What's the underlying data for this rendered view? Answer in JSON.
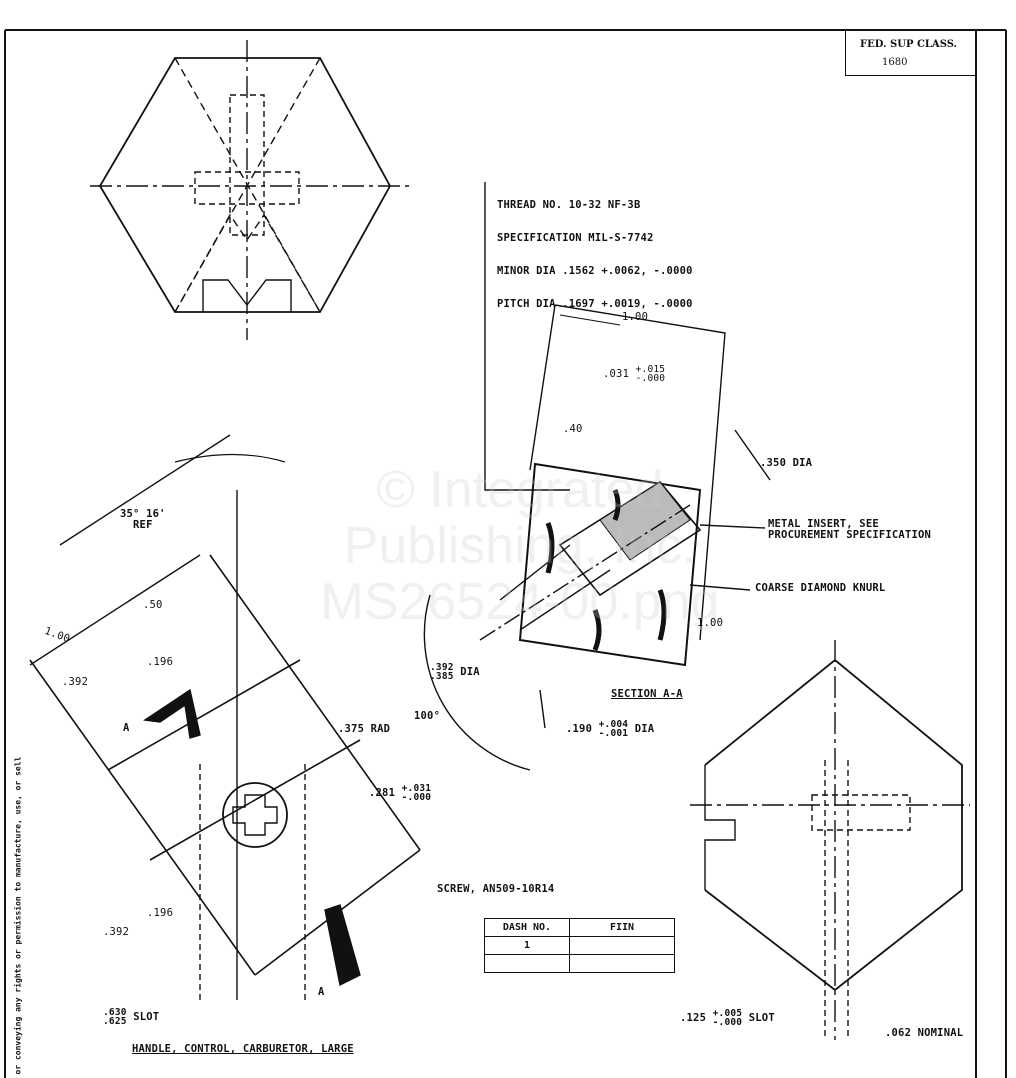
{
  "title_block": {
    "label": "FED. SUP CLASS.",
    "value": "1680"
  },
  "side_note": "or conveying any rights or permission to manufacture, use, or sell",
  "watermark": [
    "© Integrated",
    "Publishing, Inc.",
    "MS26524-00.png"
  ],
  "section_view": {
    "thread_note": [
      "THREAD NO. 10-32 NF-3B",
      "SPECIFICATION MIL-S-7742",
      "MINOR DIA .1562 +.0062, -.0000",
      "PITCH DIA .1697 +.0019, -.0000"
    ],
    "dim_width": "1.00",
    "dim_031": {
      "value": ".031",
      "plus": "+.015",
      "minus": "-.000"
    },
    "dim_40": ".40",
    "dim_350": ".350 DIA",
    "metal_insert": [
      "METAL INSERT, SEE",
      "PROCUREMENT SPECIFICATION"
    ],
    "knurl": "COARSE DIAMOND KNURL",
    "dim_height": "1.00",
    "dim_392_385": {
      "upper": ".392",
      "lower": ".385",
      "suffix": "DIA"
    },
    "angle_100": "100°",
    "dim_190": {
      "value": ".190",
      "plus": "+.004",
      "minus": "-.001",
      "suffix": "DIA"
    },
    "section_label": "SECTION A-A"
  },
  "handle_view": {
    "angle_ref": [
      "35° 16'",
      "REF"
    ],
    "dim_100": "1.00",
    "dim_50": ".50",
    "dim_196_top": ".196",
    "dim_392_top": ".392",
    "section_mark_top": "A",
    "dim_375": ".375 RAD",
    "dim_281": {
      "value": ".281",
      "plus": "+.031",
      "minus": "-.000"
    },
    "screw": "SCREW, AN509-10R14",
    "dim_196_bottom": ".196",
    "dim_392_bottom": ".392",
    "section_mark_bottom": "A",
    "slot": {
      "upper": ".630",
      "lower": ".625",
      "suffix": "SLOT"
    },
    "caption": "HANDLE, CONTROL, CARBURETOR, LARGE"
  },
  "dash_table": {
    "headers": [
      "DASH NO.",
      "FIIN"
    ],
    "rows": [
      [
        "1",
        ""
      ],
      [
        "",
        ""
      ]
    ]
  },
  "iso_view": {
    "slot_125": {
      "value": ".125",
      "plus": "+.005",
      "minus": "-.000",
      "suffix": "SLOT"
    },
    "nominal": ".062 NOMINAL"
  }
}
